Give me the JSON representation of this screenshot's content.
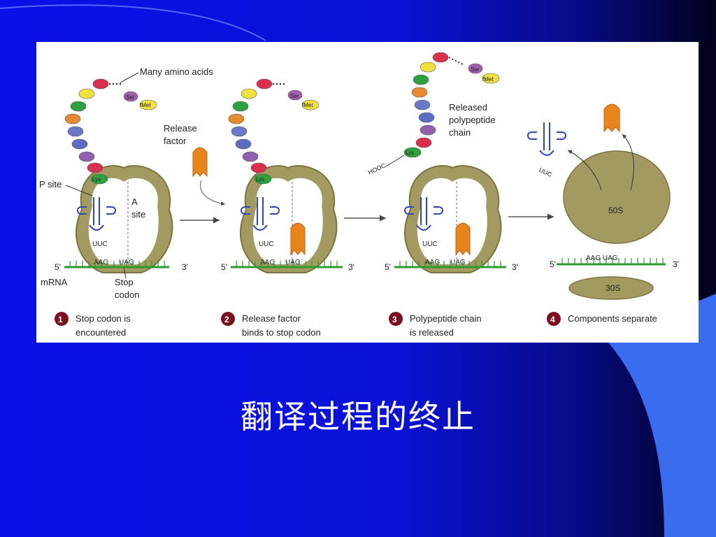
{
  "slide": {
    "caption": "翻译过程的终止",
    "colors": {
      "background": "#0b12d6",
      "accent_curve": "#3a6cf0",
      "caption": "#ffffff"
    }
  },
  "figure": {
    "labels": {
      "many_amino_acids": "Many amino acids",
      "ser": "Ser",
      "fmet": "fMet",
      "lys": "Lys",
      "release_factor": [
        "Release",
        "factor"
      ],
      "p_site": "P site",
      "a_site": [
        "A",
        "site"
      ],
      "uuc": "UUC",
      "aag": "AAG",
      "uag": "UAG",
      "five_prime": "5'",
      "three_prime": "3'",
      "mrna": "mRNA",
      "stop_codon": [
        "Stop",
        "codon"
      ],
      "released_chain": [
        "Released",
        "polypeptide",
        "chain"
      ],
      "hooc": "HOOC",
      "s50": "50S",
      "s30": "30S",
      "mrna_free": "AAG UAG"
    },
    "steps": [
      {
        "num": "1",
        "line1": "Stop codon is",
        "line2": "encountered"
      },
      {
        "num": "2",
        "line1": "Release factor",
        "line2": "binds to stop codon"
      },
      {
        "num": "3",
        "line1": "Polypeptide chain",
        "line2": "is released"
      },
      {
        "num": "4",
        "line1": "Components separate",
        "line2": ""
      }
    ],
    "colors": {
      "ribosome": "#a39a62",
      "ribosome_edge": "#7c7440",
      "trna": "#3046b8",
      "release_factor": "#e8841c",
      "mrna": "#2f9a2f",
      "step_badge": "#7a1020",
      "amino_acids": [
        "#d8304e",
        "#f0e040",
        "#2fa040",
        "#e88a30",
        "#6a78c8",
        "#5c6cc0",
        "#9060b0",
        "#d8304e",
        "#2fa040"
      ]
    }
  }
}
